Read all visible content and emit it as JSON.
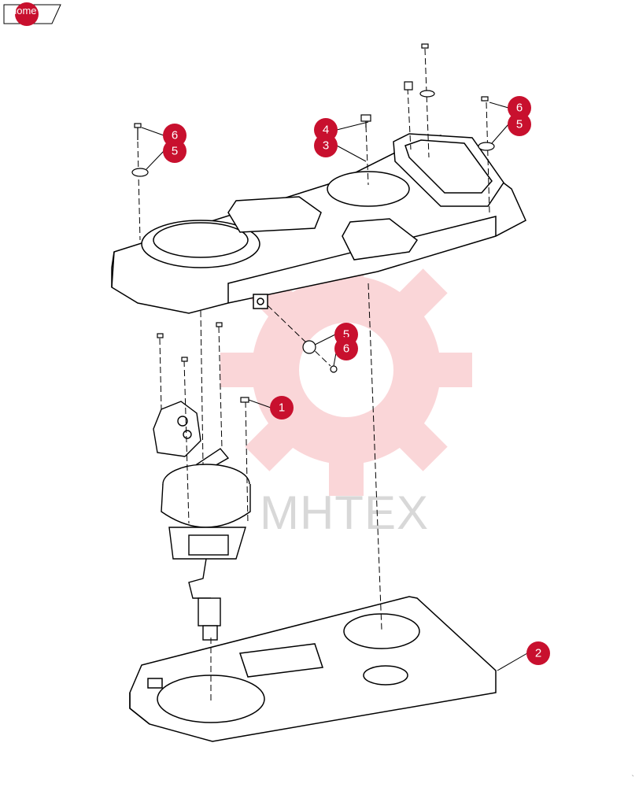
{
  "nav": {
    "home_label": "home"
  },
  "watermark": {
    "text": "МНТЕХ",
    "color": "#e52230"
  },
  "accent_color": "#c8102e",
  "callouts": [
    {
      "id": "c-6-left",
      "label": "6"
    },
    {
      "id": "c-5-left",
      "label": "5"
    },
    {
      "id": "c-4-top",
      "label": "4"
    },
    {
      "id": "c-3-top",
      "label": "3"
    },
    {
      "id": "c-6-right",
      "label": "6"
    },
    {
      "id": "c-5-right",
      "label": "5"
    },
    {
      "id": "c-5-mid",
      "label": "5"
    },
    {
      "id": "c-6-mid",
      "label": "6"
    },
    {
      "id": "c-1",
      "label": "1"
    },
    {
      "id": "c-2",
      "label": "2"
    }
  ],
  "corner_mark": "`"
}
